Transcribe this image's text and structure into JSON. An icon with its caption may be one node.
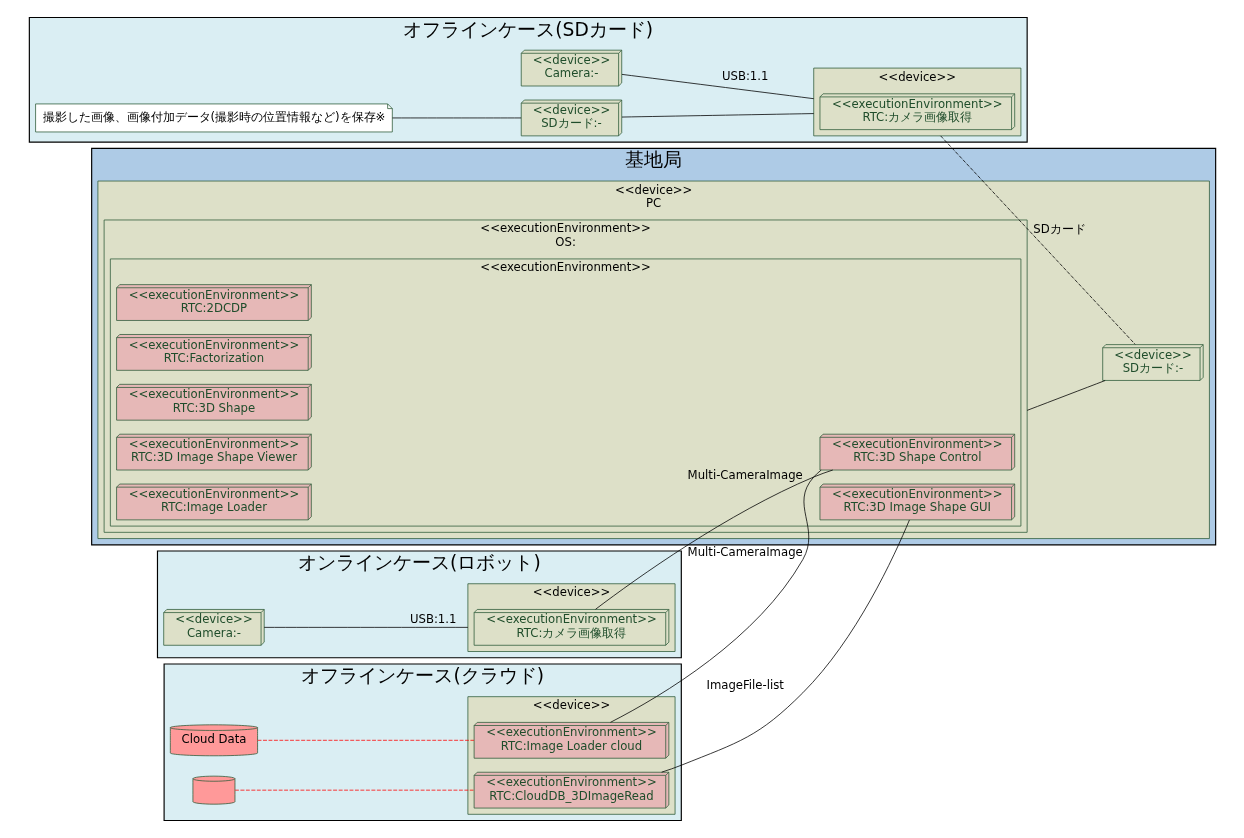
{
  "diagram": {
    "nodes": [
      {
        "text": [
          "基地局"
        ]
      },
      {
        "text": [
          "<<device>>",
          "PC"
        ],
        "in": 0
      },
      {
        "text": [
          "<<executionEnvironment>>",
          "OS:"
        ],
        "in": 1
      },
      {
        "text": [
          "<<executionEnvironment>>"
        ],
        "in": 2
      },
      {
        "text": [
          "<<executionEnvironment>>",
          "RTC:3D Shape Control"
        ],
        "in": 3
      },
      {
        "text": [
          "<<executionEnvironment>>",
          "RTC:2DCDP"
        ],
        "in": 3
      },
      {
        "text": [
          "<<executionEnvironment>>",
          "RTC:Factorization"
        ],
        "in": 3
      },
      {
        "text": [
          "<<executionEnvironment>>",
          "RTC:3D Shape"
        ],
        "in": 3
      },
      {
        "text": [
          "<<executionEnvironment>>",
          "RTC:3D Image Shape GUI"
        ],
        "in": 3
      },
      {
        "text": [
          "<<executionEnvironment>>",
          "RTC:3D Image Shape Viewer"
        ],
        "in": 3
      },
      {
        "text": [
          "<<executionEnvironment>>",
          "RTC:Image Loader"
        ],
        "in": 3
      },
      {
        "text": [
          "<<device>>",
          "SDカード:-"
        ],
        "in": 1
      },
      {
        "text": [
          "オンラインケース(ロボット)"
        ]
      },
      {
        "text": [
          "<<device>>",
          "Camera:-"
        ],
        "in": 12
      },
      {
        "text": [
          "<<device>>"
        ],
        "in": 12
      },
      {
        "text": [
          "<<executionEnvironment>>",
          "RTC:カメラ画像取得"
        ],
        "in": 14
      },
      {
        "text": [
          "オフラインケース(クラウド)"
        ]
      },
      {
        "text": [
          "Cloud Data"
        ],
        "in": 16
      },
      {
        "text": [],
        "shape": "cylinder",
        "in": 16
      },
      {
        "text": [
          "<<device>>"
        ],
        "in": 16
      },
      {
        "text": [
          "<<executionEnvironment>>",
          "RTC:Image Loader cloud"
        ],
        "in": 19
      },
      {
        "text": [
          "<<executionEnvironment>>",
          "RTC:CloudDB_3DImageRead"
        ],
        "in": 19
      },
      {
        "text": [
          "オフラインケース(SDカード)"
        ]
      },
      {
        "text": [
          "<<device>>",
          "Camera:-"
        ],
        "in": 22
      },
      {
        "text": [
          "撮影した画像、画像付加データ(撮影時の位置情報など)を保存※"
        ],
        "in": 22
      },
      {
        "text": [
          "<<device>>",
          "SDカード:-"
        ],
        "in": 22
      },
      {
        "text": [
          "<<device>>"
        ],
        "in": 22
      },
      {
        "text": [
          "<<executionEnvironment>>",
          "RTC:カメラ画像取得"
        ],
        "in": 26
      }
    ],
    "edges": [
      {
        "from": 13,
        "to": 14,
        "arrow": "none",
        "label": "USB:1.1"
      },
      {
        "from": 15,
        "to": 4,
        "arrow": "none",
        "label": "Multi-CameraImage"
      },
      {
        "from": 17,
        "to": 20,
        "arrow": "none",
        "style": "dashed",
        "color": "#ff0000"
      },
      {
        "from": 18,
        "to": 21,
        "arrow": "none",
        "style": "dashed",
        "color": "#ff0000"
      },
      {
        "from": 20,
        "to": 4,
        "arrow": "none",
        "label": "Multi-CameraImage"
      },
      {
        "from": 21,
        "to": 8,
        "arrow": "none",
        "label": "ImageFile-list"
      },
      {
        "from": 24,
        "to": 25,
        "arrow": "none"
      },
      {
        "from": 23,
        "to": 26,
        "arrow": "none",
        "label": "USB:1.1"
      },
      {
        "from": 25,
        "to": 26,
        "arrow": "none"
      },
      {
        "from": 26,
        "to": 11,
        "arrow": "none",
        "style": "dashed",
        "label": "SDカード"
      },
      {
        "from": 2,
        "to": 11,
        "arrow": "none"
      }
    ]
  }
}
